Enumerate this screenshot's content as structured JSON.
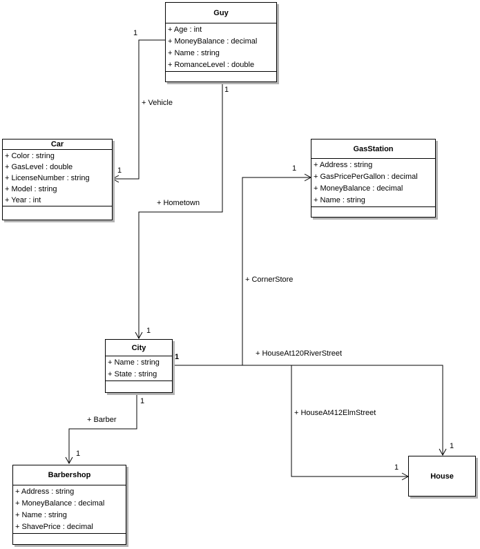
{
  "diagram_type": "uml-class-diagram",
  "colors": {
    "background": "#ffffff",
    "box_fill": "#ffffff",
    "box_border": "#000000",
    "box_shadow": "#b3b3b3",
    "line": "#000000",
    "text": "#000000"
  },
  "classes": {
    "guy": {
      "name": "Guy",
      "attributes": [
        "+ Age : int",
        "+ MoneyBalance : decimal",
        "+ Name : string",
        "+ RomanceLevel : double"
      ]
    },
    "car": {
      "name": "Car",
      "attributes": [
        "+ Color : string",
        "+ GasLevel : double",
        "+ LicenseNumber : string",
        "+ Model : string",
        "+ Year : int"
      ]
    },
    "gasStation": {
      "name": "GasStation",
      "attributes": [
        "+ Address : string",
        "+ GasPricePerGallon : decimal",
        "+ MoneyBalance : decimal",
        "+ Name : string"
      ]
    },
    "city": {
      "name": "City",
      "attributes": [
        "+ Name : string",
        "+ State : string"
      ]
    },
    "barbershop": {
      "name": "Barbershop",
      "attributes": [
        "+ Address : string",
        "+ MoneyBalance : decimal",
        "+ Name : string",
        "+ ShavePrice : decimal"
      ]
    },
    "house": {
      "name": "House",
      "attributes": []
    }
  },
  "associations": {
    "vehicle": {
      "role": "+ Vehicle",
      "mult_at_guy": "1",
      "mult_at_car": "1"
    },
    "hometown": {
      "role": "+ Hometown",
      "mult_at_guy": "1",
      "mult_at_city": "1"
    },
    "cornerStore": {
      "role": "+ CornerStore",
      "mult_at_city": "1",
      "mult_at_gasstation": "1"
    },
    "houseAt120RiverStreet": {
      "role": "+ HouseAt120RiverStreet",
      "mult_at_house": "1"
    },
    "houseAt412ElmStreet": {
      "role": "+ HouseAt412ElmStreet",
      "mult_at_house": "1"
    },
    "barber": {
      "role": "+ Barber",
      "mult_at_city": "1",
      "mult_at_barbershop": "1"
    }
  }
}
